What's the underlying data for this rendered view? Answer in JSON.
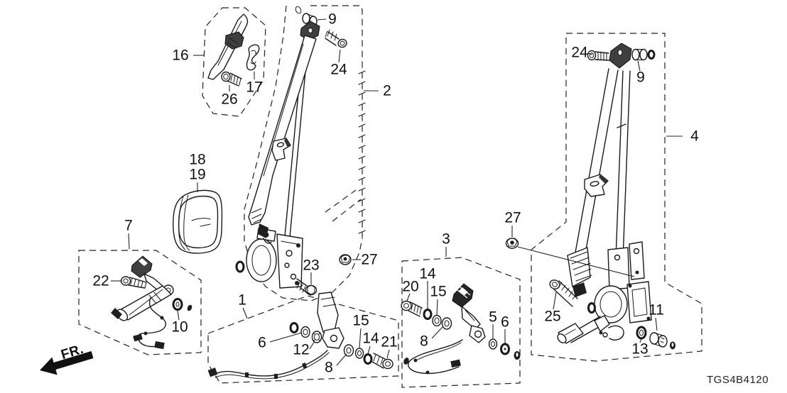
{
  "diagram_code": "TGS4B4120",
  "fr_label": "FR.",
  "callouts": [
    {
      "ref": "16",
      "label": "16"
    },
    {
      "ref": "17",
      "label": "17"
    },
    {
      "ref": "26",
      "label": "26"
    },
    {
      "ref": "9-left",
      "label": "9"
    },
    {
      "ref": "24-left",
      "label": "24"
    },
    {
      "ref": "2",
      "label": "2"
    },
    {
      "ref": "18",
      "label": "18"
    },
    {
      "ref": "19",
      "label": "19"
    },
    {
      "ref": "7",
      "label": "7"
    },
    {
      "ref": "22",
      "label": "22"
    },
    {
      "ref": "10",
      "label": "10"
    },
    {
      "ref": "23",
      "label": "23"
    },
    {
      "ref": "27-left",
      "label": "27"
    },
    {
      "ref": "1",
      "label": "1"
    },
    {
      "ref": "6-left",
      "label": "6"
    },
    {
      "ref": "12",
      "label": "12"
    },
    {
      "ref": "8-left",
      "label": "8"
    },
    {
      "ref": "15-left",
      "label": "15"
    },
    {
      "ref": "14-left",
      "label": "14"
    },
    {
      "ref": "21",
      "label": "21"
    },
    {
      "ref": "3",
      "label": "3"
    },
    {
      "ref": "20",
      "label": "20"
    },
    {
      "ref": "14-center",
      "label": "14"
    },
    {
      "ref": "15-center",
      "label": "15"
    },
    {
      "ref": "8-center",
      "label": "8"
    },
    {
      "ref": "5",
      "label": "5"
    },
    {
      "ref": "6-center",
      "label": "6"
    },
    {
      "ref": "24-right",
      "label": "24"
    },
    {
      "ref": "9-right",
      "label": "9"
    },
    {
      "ref": "4",
      "label": "4"
    },
    {
      "ref": "27-right",
      "label": "27"
    },
    {
      "ref": "25",
      "label": "25"
    },
    {
      "ref": "11",
      "label": "11"
    },
    {
      "ref": "13",
      "label": "13"
    }
  ]
}
